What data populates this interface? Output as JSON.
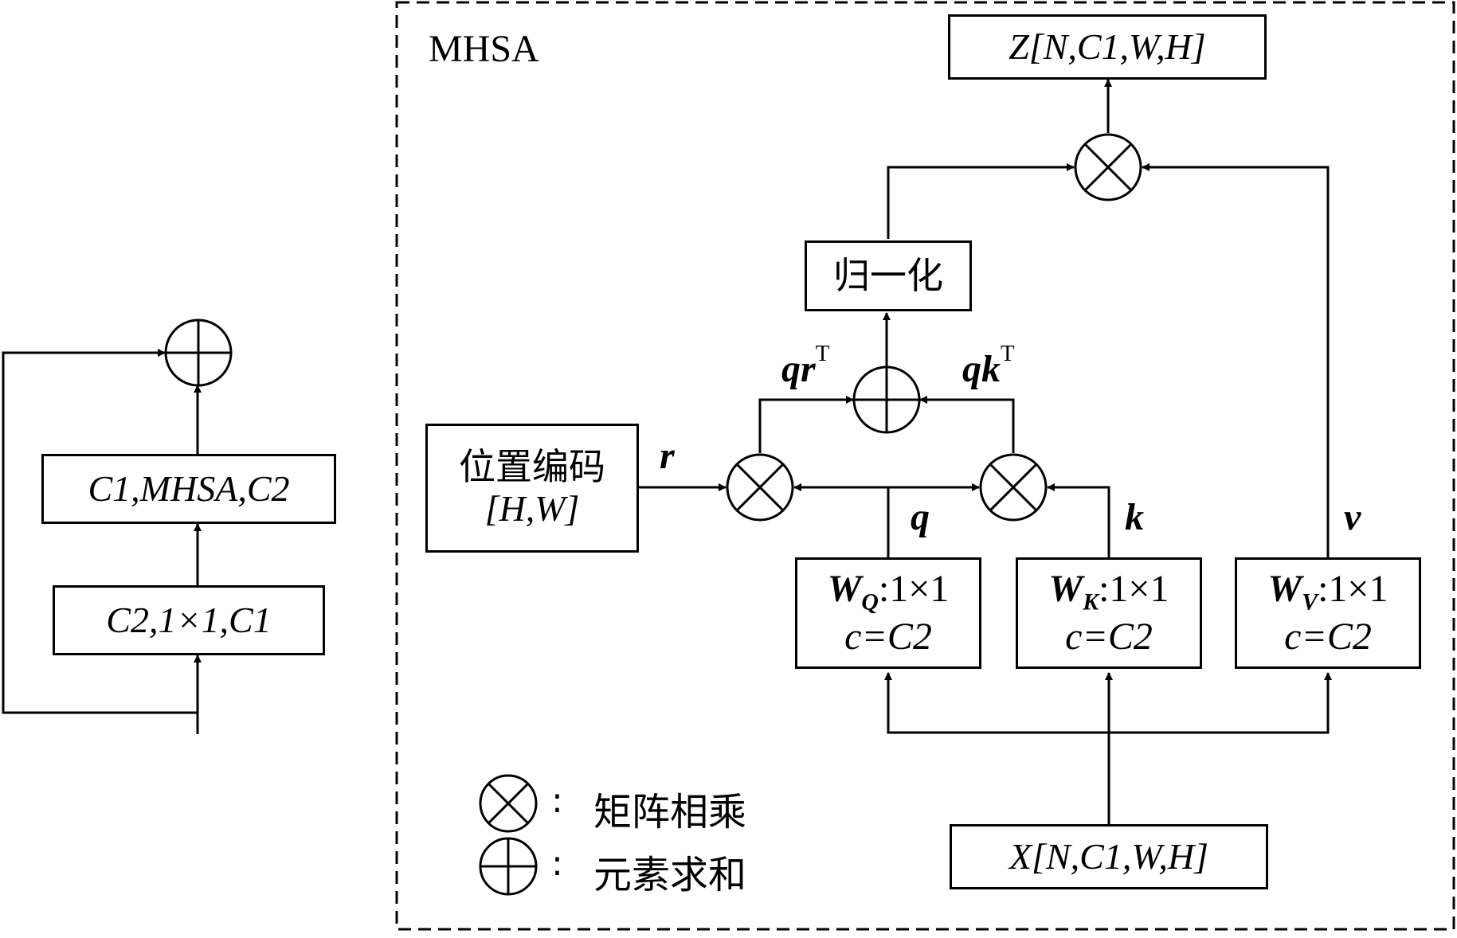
{
  "colors": {
    "line": "#000000",
    "background": "#ffffff"
  },
  "left_block": {
    "conv1": "C2,1×1,C1",
    "mhsa_block": "C1,MHSA,C2"
  },
  "mhsa": {
    "region_label": "MHSA",
    "output": "Z[N,C1,W,H]",
    "input": "X[N,C1,W,H]",
    "normalize": "归一化",
    "pos_enc_title": "位置编码",
    "pos_enc_dims": "[H,W]",
    "wq": {
      "name": "W",
      "sub": "Q",
      "kernel": ":1×1",
      "channels": "c=C2"
    },
    "wk": {
      "name": "W",
      "sub": "K",
      "kernel": ":1×1",
      "channels": "c=C2"
    },
    "wv": {
      "name": "W",
      "sub": "V",
      "kernel": ":1×1",
      "channels": "c=C2"
    },
    "labels": {
      "r": "r",
      "q": "q",
      "k": "k",
      "v": "v",
      "qr": "qr",
      "qk": "qk",
      "transpose": "T"
    }
  },
  "legend": {
    "sep": ":",
    "matmul": "矩阵相乘",
    "elementwise_sum": "元素求和"
  }
}
